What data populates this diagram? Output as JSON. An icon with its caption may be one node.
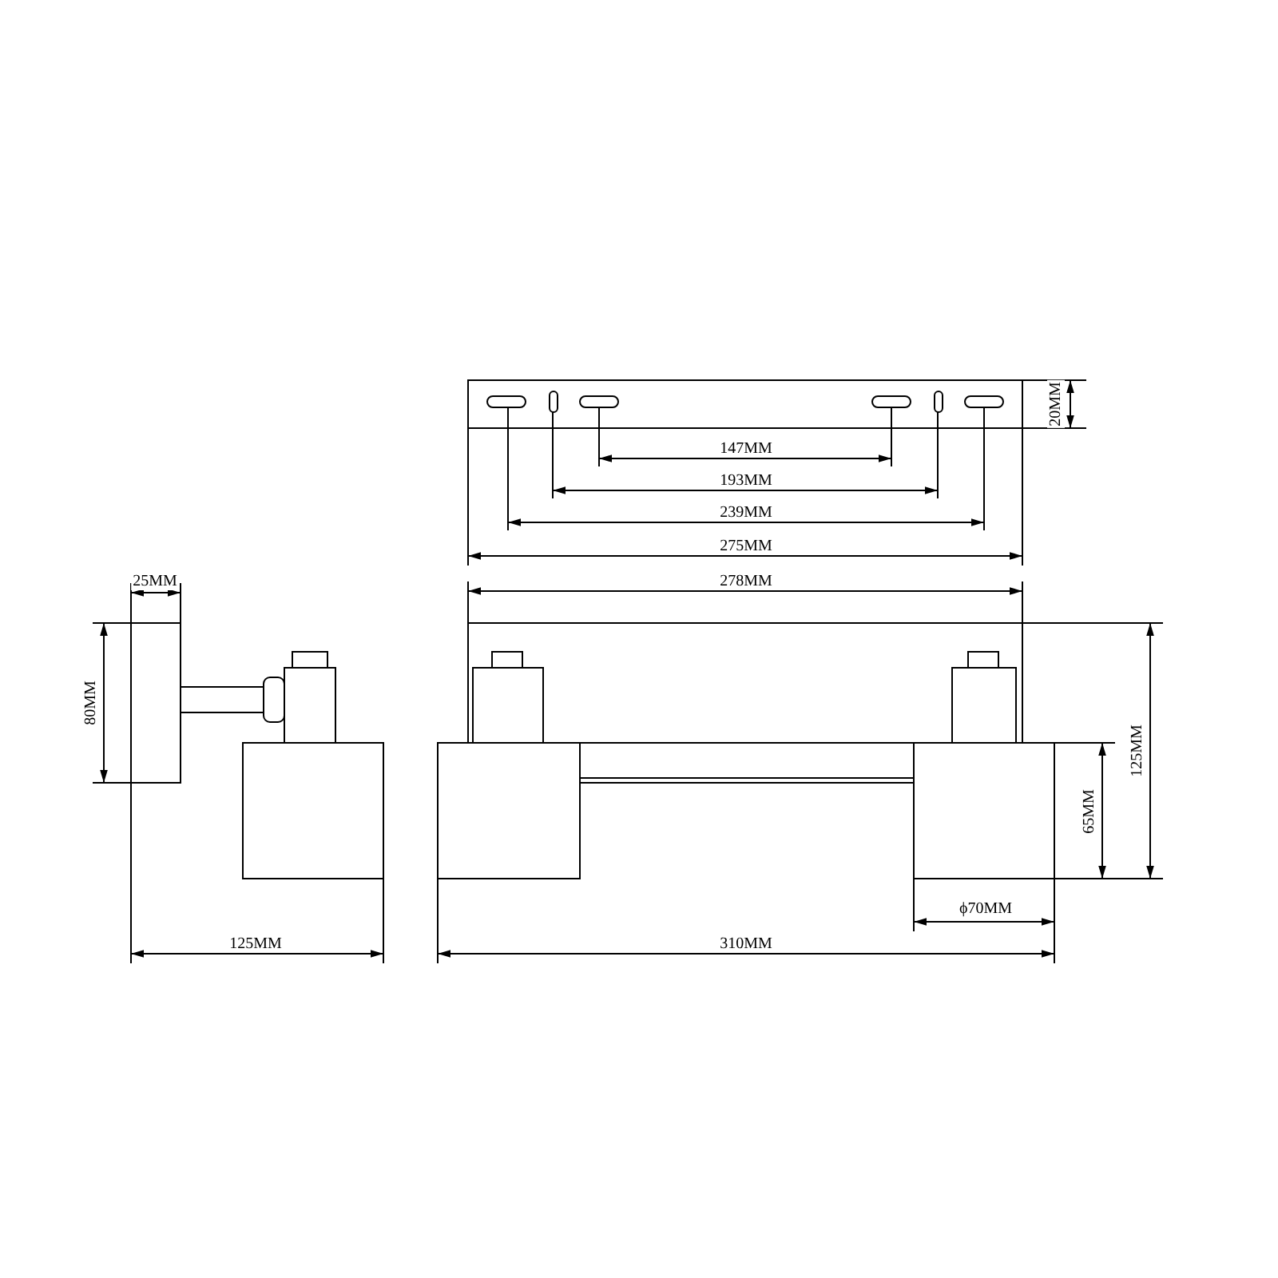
{
  "diagram": {
    "labels": [
      "147MM",
      "20MM",
      "193MM",
      "239MM",
      "275MM",
      "25MM",
      "278MM",
      "80MM",
      "125MM",
      "65MM",
      "ϕ70MM",
      "125MM",
      "310MM"
    ]
  }
}
